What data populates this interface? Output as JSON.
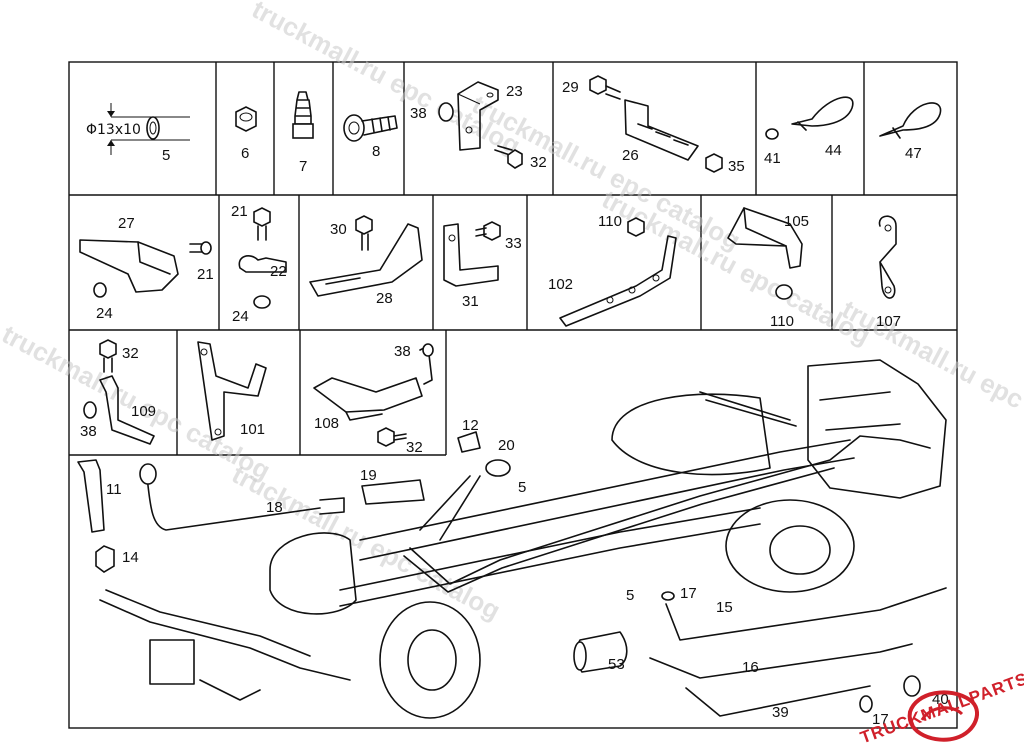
{
  "dimension_label": "Φ13x10",
  "watermarks": [
    "truckmall.ru epc catalog",
    "truckmall.ru epc catalog",
    "truckmall.ru epc catalog",
    "truckmall.ru epc catalog",
    "truckmall.ru epc catalog",
    "truckmall.ru epc catalog"
  ],
  "logo": {
    "text": "TRUCKMALLPARTS",
    "color": "#d0202a"
  },
  "cells": [
    {
      "id": "c5",
      "labels": [
        "5"
      ]
    },
    {
      "id": "c6",
      "labels": [
        "6"
      ]
    },
    {
      "id": "c7",
      "labels": [
        "7"
      ]
    },
    {
      "id": "c8",
      "labels": [
        "8"
      ]
    },
    {
      "id": "c23",
      "labels": [
        "38",
        "23",
        "32"
      ]
    },
    {
      "id": "c26",
      "labels": [
        "29",
        "26",
        "35"
      ]
    },
    {
      "id": "c41",
      "labels": [
        "41",
        "44"
      ]
    },
    {
      "id": "c47",
      "labels": [
        "47"
      ]
    },
    {
      "id": "c27",
      "labels": [
        "27",
        "21",
        "24"
      ]
    },
    {
      "id": "c22",
      "labels": [
        "21",
        "22",
        "24"
      ]
    },
    {
      "id": "c28",
      "labels": [
        "30",
        "28"
      ]
    },
    {
      "id": "c31",
      "labels": [
        "33",
        "31"
      ]
    },
    {
      "id": "c102",
      "labels": [
        "110",
        "102"
      ]
    },
    {
      "id": "c105",
      "labels": [
        "105",
        "110"
      ]
    },
    {
      "id": "c107",
      "labels": [
        "107"
      ]
    },
    {
      "id": "c109",
      "labels": [
        "32",
        "109",
        "38"
      ]
    },
    {
      "id": "c101",
      "labels": [
        "101"
      ]
    },
    {
      "id": "c108",
      "labels": [
        "38",
        "108",
        "32"
      ]
    }
  ],
  "chassis_labels": [
    "11",
    "14",
    "18",
    "19",
    "12",
    "20",
    "5",
    "5",
    "17",
    "15",
    "16",
    "53",
    "39",
    "40",
    "17"
  ]
}
